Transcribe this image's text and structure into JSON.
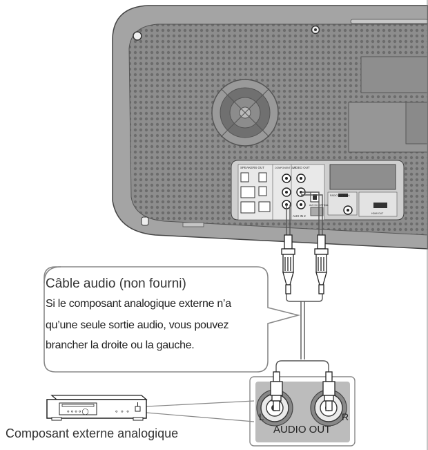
{
  "callout": {
    "title": "Câble audio (non fourni)",
    "lines": [
      "Si le composant analogique externe n’a",
      "qu’une seule sortie audio, vous pouvez",
      "brancher la droite ou la gauche."
    ]
  },
  "device": {
    "label": "Composant externe analogique",
    "display": "∘∘∘∘◯",
    "buttons": "∘ ∘ ∘"
  },
  "jack_panel": {
    "label": "AUDIO OUT",
    "left": "L",
    "right": "R"
  },
  "rear_panel": {
    "speakers_out": "SPEAKERS OUT",
    "component_out": "COMPONENT OUT",
    "video_out": "VIDEO OUT",
    "aux_in": "AUX IN 2",
    "optical": "AUX IN 1 OPTICAL",
    "fm_antenna": "RADIO ANTENNA",
    "hdmi_out": "HDMI OUT"
  }
}
